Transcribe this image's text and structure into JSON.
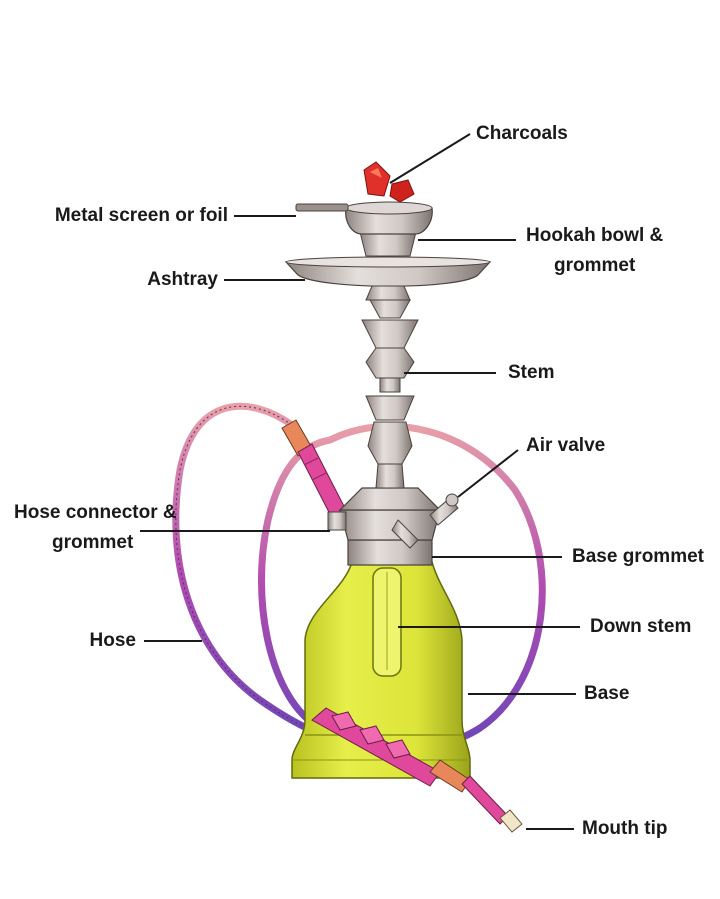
{
  "labels": {
    "charcoals": "Charcoals",
    "metal_screen": "Metal screen or foil",
    "bowl_line1": "Hookah bowl &",
    "bowl_line2": "grommet",
    "ashtray": "Ashtray",
    "stem": "Stem",
    "air_valve": "Air valve",
    "hose_connector_line1": "Hose connector &",
    "hose_connector_line2": "grommet",
    "base_grommet": "Base grommet",
    "hose": "Hose",
    "down_stem": "Down stem",
    "base": "Base",
    "mouth_tip": "Mouth tip"
  },
  "colors": {
    "text": "#1a1a1a",
    "metal": "#c9c2bf",
    "metal_dark": "#7d7470",
    "glass": "#dde53a",
    "glass_dark": "#b7c020",
    "hose_purple": "#8a4bb0",
    "hose_magenta": "#c2369a",
    "handle_pink": "#e0489c",
    "coal_red": "#e0302a",
    "accent_orange": "#e8875a"
  }
}
